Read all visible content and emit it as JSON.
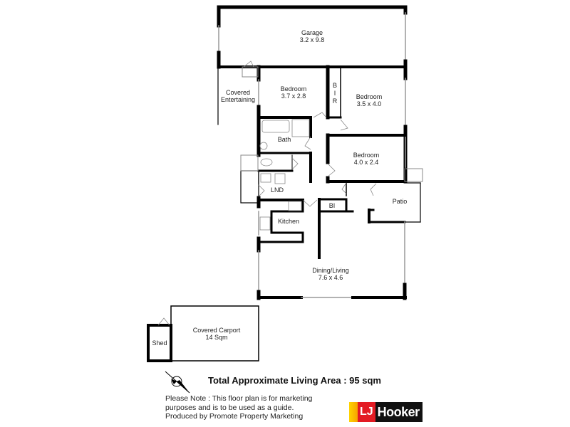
{
  "rooms": {
    "garage": {
      "name": "Garage",
      "size": "3.2 x 9.8"
    },
    "covered_entertaining": {
      "name_line1": "Covered",
      "name_line2": "Entertaining"
    },
    "bedroom1": {
      "name": "Bedroom",
      "size": "3.7 x 2.8"
    },
    "bir": {
      "letters": [
        "B",
        "I",
        "R"
      ]
    },
    "bedroom2": {
      "name": "Bedroom",
      "size": "3.5 x 4.0"
    },
    "bath": {
      "name": "Bath"
    },
    "bedroom3": {
      "name": "Bedroom",
      "size": "4.0 x 2.4"
    },
    "lnd": {
      "name": "LND"
    },
    "bi": {
      "name": "BI"
    },
    "patio": {
      "name": "Patio"
    },
    "kitchen": {
      "name": "Kitchen"
    },
    "dining_living": {
      "name": "Dining/Living",
      "size": "7.6 x 4.6"
    },
    "carport": {
      "name": "Covered Carport",
      "size": "14 Sqm"
    },
    "shed": {
      "name": "Shed"
    }
  },
  "summary": {
    "total_area": "Total Approximate Living Area : 95 sqm"
  },
  "note": {
    "line1": "Please Note : This floor plan is for marketing",
    "line2": "purposes and is to be used as a guide.",
    "line3": "Produced by Promote Property Marketing"
  },
  "logo": {
    "mark": "LJ",
    "name": "Hooker",
    "colors": {
      "red": "#e31b23",
      "yellow": "#ffd400",
      "black": "#111111"
    }
  },
  "icons": {
    "compass": "north-arrow-icon"
  }
}
